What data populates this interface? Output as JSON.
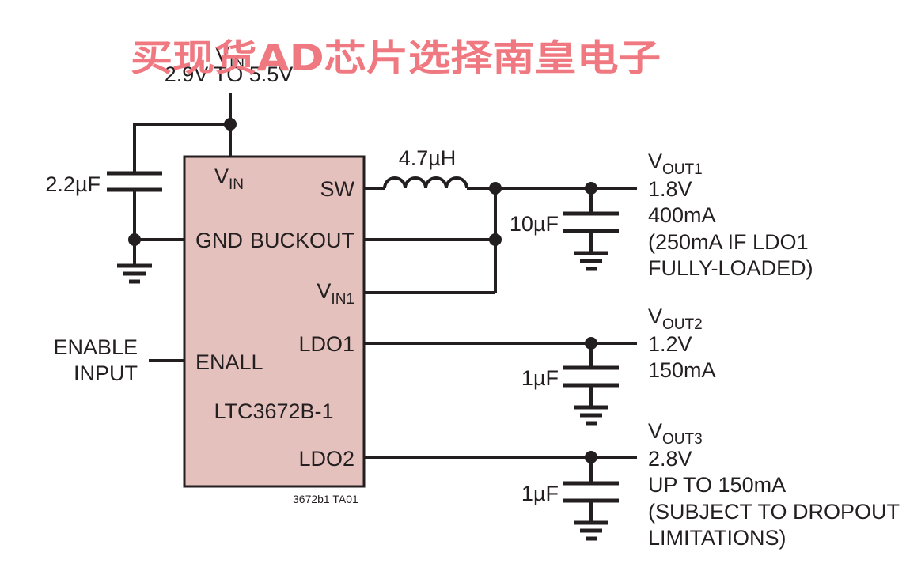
{
  "watermark": "买现货AD芯片选择南皇电子",
  "colors": {
    "chip_fill": "#e4c1bd",
    "ink": "#231f20",
    "watermark": "#f07880"
  },
  "supply": {
    "v": "V",
    "v_sub": "IN",
    "range": "2.9V TO 5.5V"
  },
  "input_cap": "2.2µF",
  "inductor": "4.7µH",
  "chip": {
    "part": "LTC3672B-1",
    "pins": {
      "vin": "V",
      "vin_sub": "IN",
      "gnd": "GND",
      "enall": "ENALL",
      "sw": "SW",
      "buckout": "BUCKOUT",
      "vin1": "V",
      "vin1_sub": "IN1",
      "ldo1": "LDO1",
      "ldo2": "LDO2"
    }
  },
  "enable": {
    "line1": "ENABLE",
    "line2": "INPUT"
  },
  "outputs": [
    {
      "v": "V",
      "sub": "OUT1",
      "cap": "10µF",
      "lines": [
        "1.8V",
        "400mA",
        "(250mA IF LDO1",
        "FULLY-LOADED)"
      ]
    },
    {
      "v": "V",
      "sub": "OUT2",
      "cap": "1µF",
      "lines": [
        "1.2V",
        "150mA"
      ]
    },
    {
      "v": "V",
      "sub": "OUT3",
      "cap": "1µF",
      "lines": [
        "2.8V",
        "UP TO 150mA",
        "(SUBJECT TO DROPOUT",
        "LIMITATIONS)"
      ]
    }
  ],
  "figure_id": "3672b1 TA01"
}
